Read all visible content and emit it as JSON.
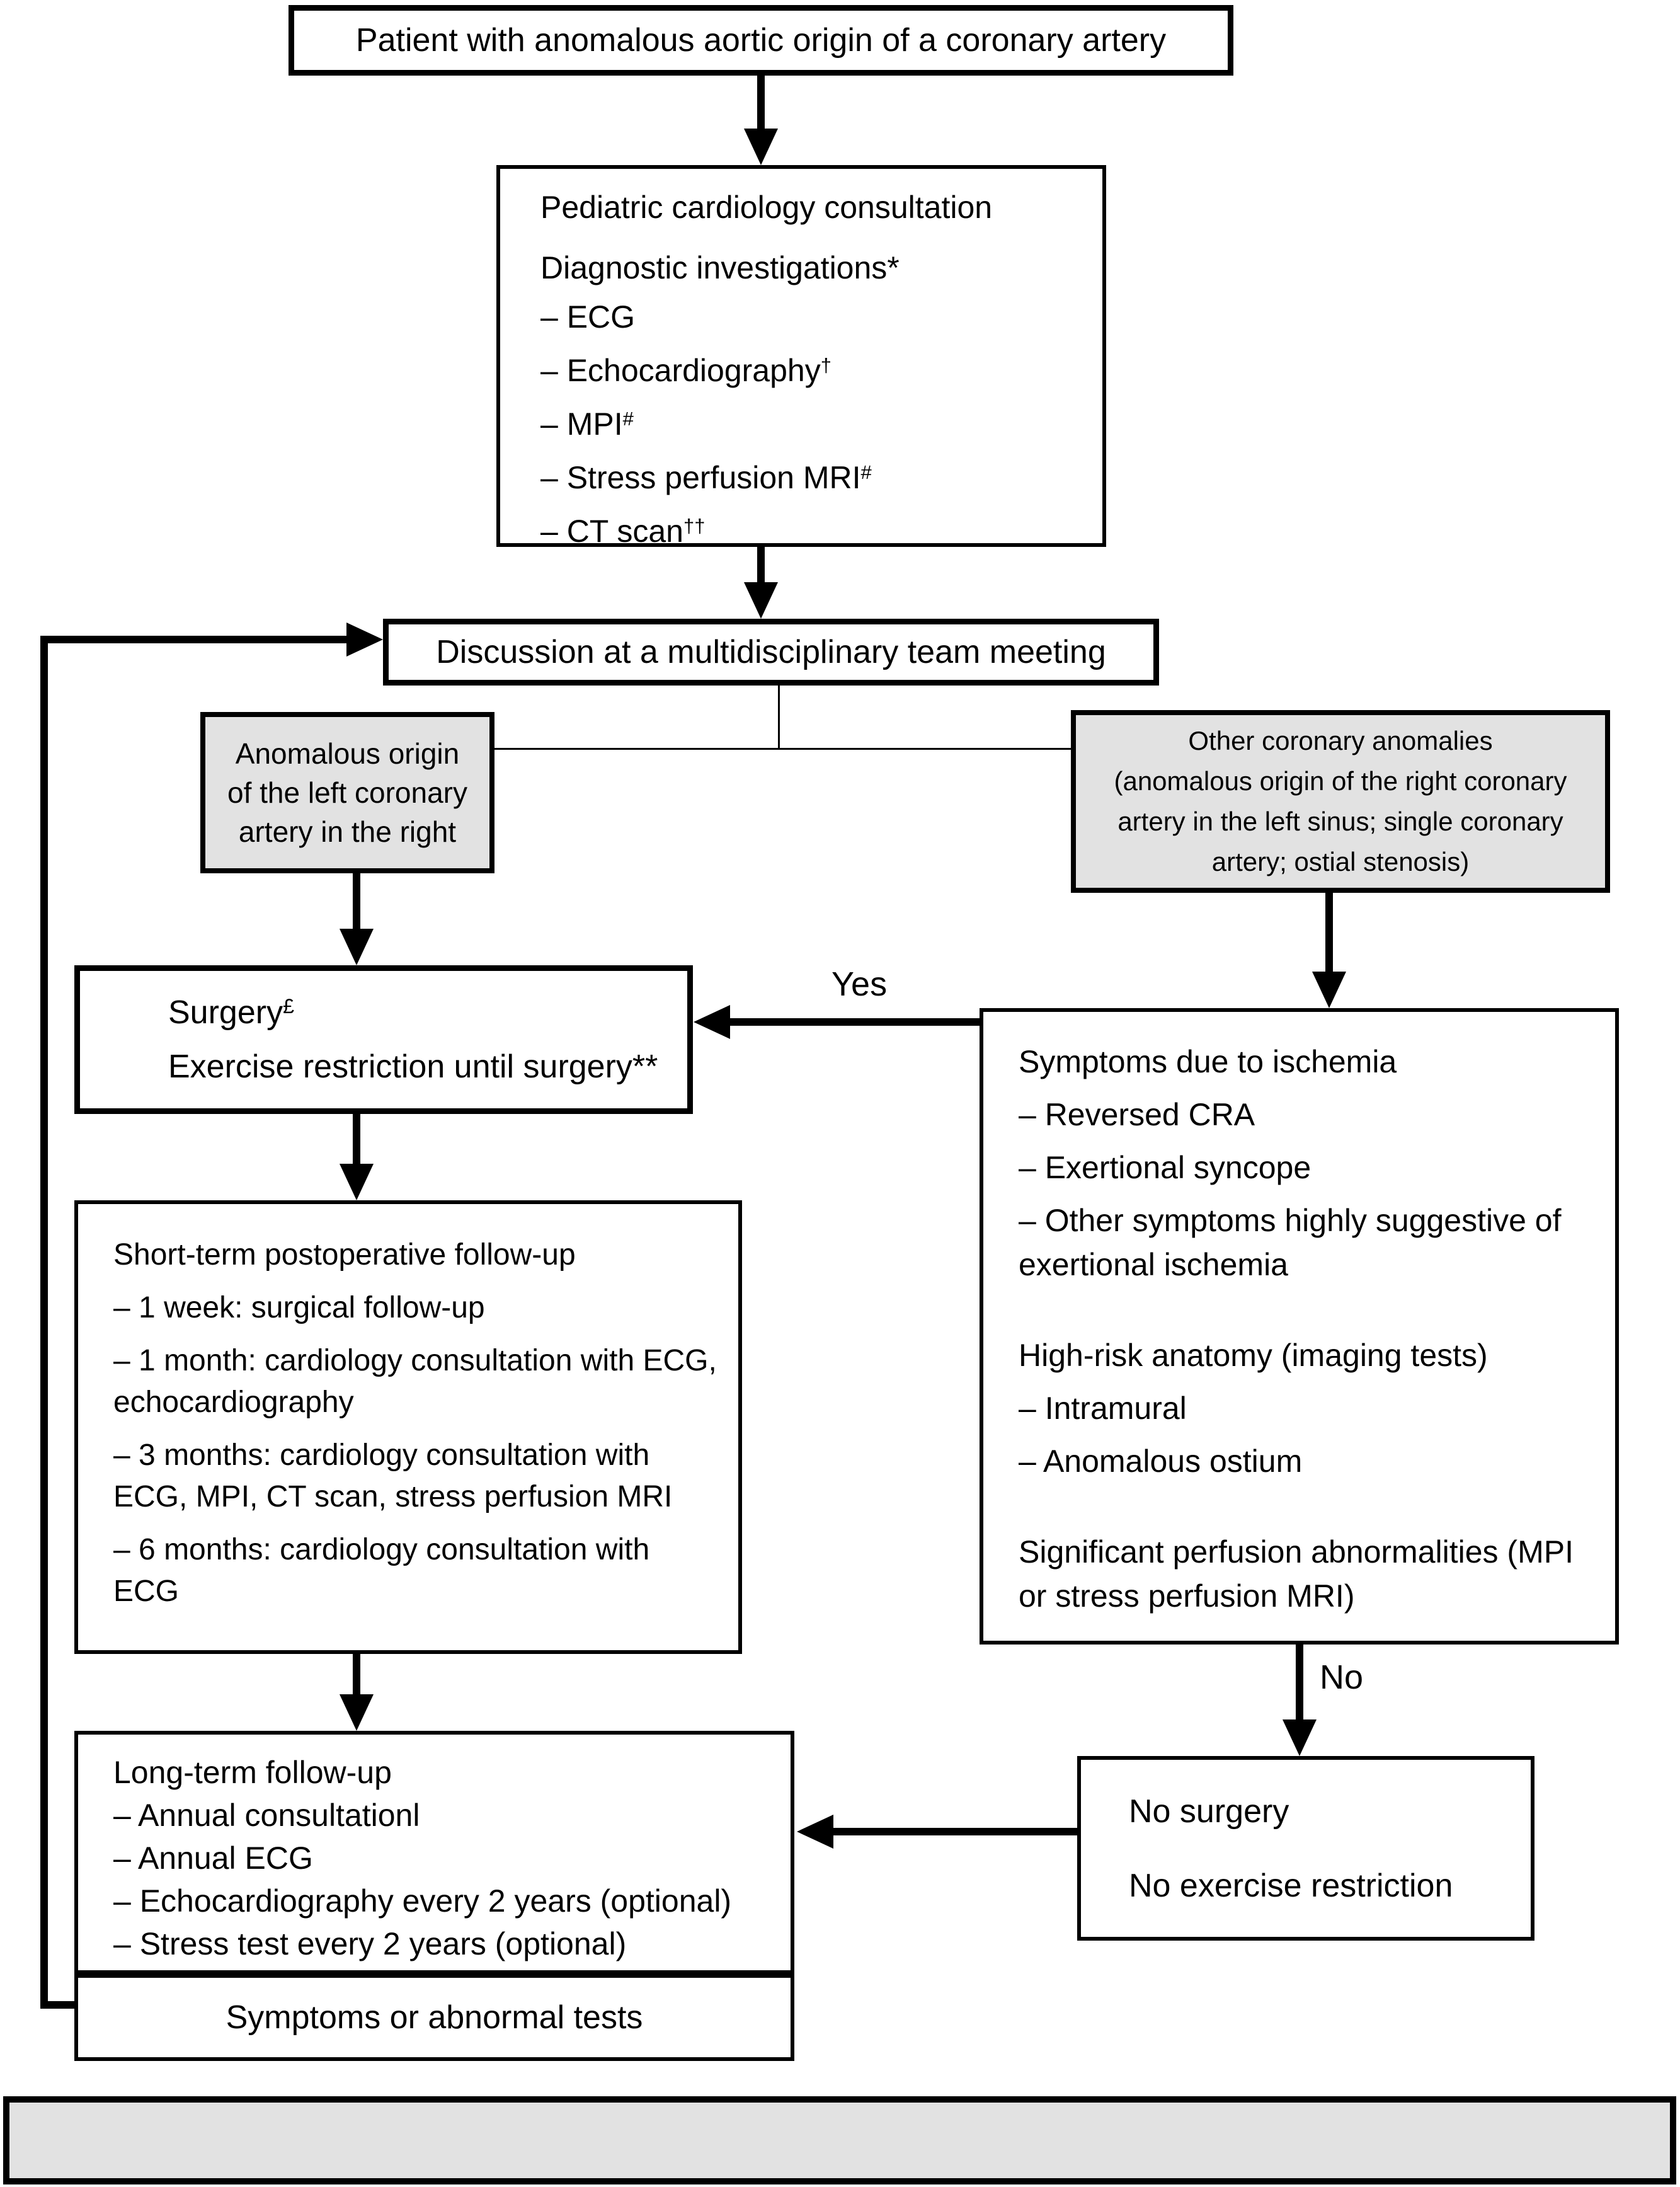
{
  "colors": {
    "background": "#ffffff",
    "node_fill": "#ffffff",
    "gray_fill": "#e2e2e2",
    "line": "#000000"
  },
  "labels": {
    "yes": "Yes",
    "no": "No"
  },
  "nodes": {
    "patient": {
      "text": "Patient with anomalous aortic origin of a coronary artery"
    },
    "pediatric": {
      "title": "Pediatric cardiology consultation",
      "subtitle": "Diagnostic investigations*",
      "items": [
        {
          "text": "– ECG",
          "sup": ""
        },
        {
          "text": "– Echocardiography",
          "sup": "†"
        },
        {
          "text": "– MPI",
          "sup": "#"
        },
        {
          "text": "– Stress perfusion MRI",
          "sup": "#"
        },
        {
          "text": "– CT scan",
          "sup": "††"
        }
      ]
    },
    "discussion": {
      "text": "Discussion at a multidisciplinary team meeting"
    },
    "left_gray": {
      "lines": [
        "Anomalous origin",
        "of the left coronary",
        "artery in the right"
      ]
    },
    "right_gray": {
      "lines": [
        "Other coronary anomalies",
        "(anomalous origin of the right coronary",
        "artery in the left sinus; single coronary",
        "artery; ostial stenosis)"
      ]
    },
    "surgery": {
      "line1": "Surgery",
      "line1_sup": "£",
      "line2": "Exercise restriction until surgery**"
    },
    "symptoms": {
      "p1_title": "Symptoms due to ischemia",
      "p1_items": [
        "– Reversed CRA",
        "– Exertional syncope",
        "– Other symptoms highly suggestive of exertional ischemia"
      ],
      "p2_title": "High-risk anatomy (imaging tests)",
      "p2_items": [
        "– Intramural",
        "– Anomalous ostium"
      ],
      "p3": "Significant perfusion abnormalities (MPI or stress perfusion MRI)"
    },
    "short_term": {
      "title": "Short-term postoperative follow-up",
      "items": [
        "– 1 week: surgical follow-up",
        "– 1 month: cardiology consultation with ECG, echocardiography",
        "– 3 months: cardiology consultation with ECG, MPI, CT scan, stress perfusion MRI",
        "– 6 months: cardiology consultation with ECG"
      ]
    },
    "long_term": {
      "title": "Long-term follow-up",
      "items": [
        "– Annual consultationl",
        "– Annual ECG",
        "– Echocardiography every 2 years (optional)",
        "– Stress test every 2 years (optional)"
      ]
    },
    "symptoms_tests": {
      "text": "Symptoms or abnormal tests"
    },
    "no_surgery": {
      "line1": "No surgery",
      "line2": "No exercise restriction"
    }
  }
}
